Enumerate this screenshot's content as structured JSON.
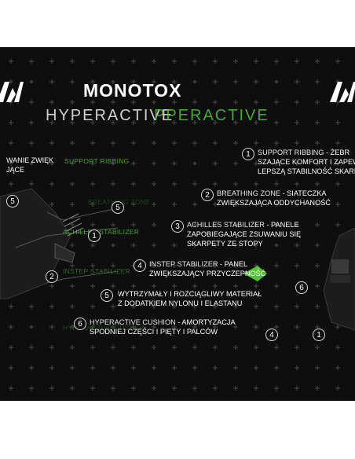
{
  "brand": {
    "logo_icon": "monotox-m-logo-icon",
    "name": "MONOTOX",
    "product": "HYPERACTIVE",
    "product_ghost": "PPERACTIVE",
    "accent_color": "#52c234",
    "background_color": "#0e0e0e"
  },
  "features": [
    {
      "number": "1",
      "title": "SUPPORT RIBBING",
      "line1_rest": " - ŻEBR",
      "line2": "SZAJĄCE KOMFORT I ZAPEW",
      "line3": "LEPSZĄ STABILNOŚĆ SKARPETY"
    },
    {
      "number": "2",
      "title": "BREATHING ZONE",
      "line1_rest": " - SIATECZKA",
      "line2": "ZWIĘKSZAJĄCA ODDYCHANOŚĆ"
    },
    {
      "number": "3",
      "title": "ACHILLES STABILIZER",
      "line1_rest": " - PANELE",
      "line2": "ZAPOBIEGAJĄCE ZSUWANIU SIĘ",
      "line3": "SKARPETY ZE STOPY"
    },
    {
      "number": "4",
      "title": "INSTEP STABILIZER",
      "line1_rest": " - PANEL",
      "line2": "ZWIĘKSZAJĄCY PRZYCZEPNOŚĆ"
    },
    {
      "number": "5",
      "title": "",
      "line1_rest": "WYTRZYMAŁY I ROZCIĄGLIWY MATERIAŁ",
      "line2": "Z DODATKIEM NYLONU I ELASTANU"
    },
    {
      "number": "6",
      "title": "HYPERACTIVE CUSHION",
      "line1_rest": " - AMORTYZACJA",
      "line2": "SPODNIEJ CZĘŚCI I PIĘTY I PALCÓW"
    }
  ],
  "left_panel": {
    "text_line1": "WANIE ZWIĘK",
    "text_line2": "JĄCE",
    "labels": [
      "SUPPORT RIBBING",
      "BREATHING ZONE",
      "ACHILLES STABILIZER",
      "INSTEP STABILIZER",
      "HYPERACTIVE CUSHION"
    ],
    "markers": [
      "5",
      "1",
      "2"
    ]
  },
  "right_panel": {
    "markers": [
      "6",
      "4",
      "1"
    ]
  }
}
